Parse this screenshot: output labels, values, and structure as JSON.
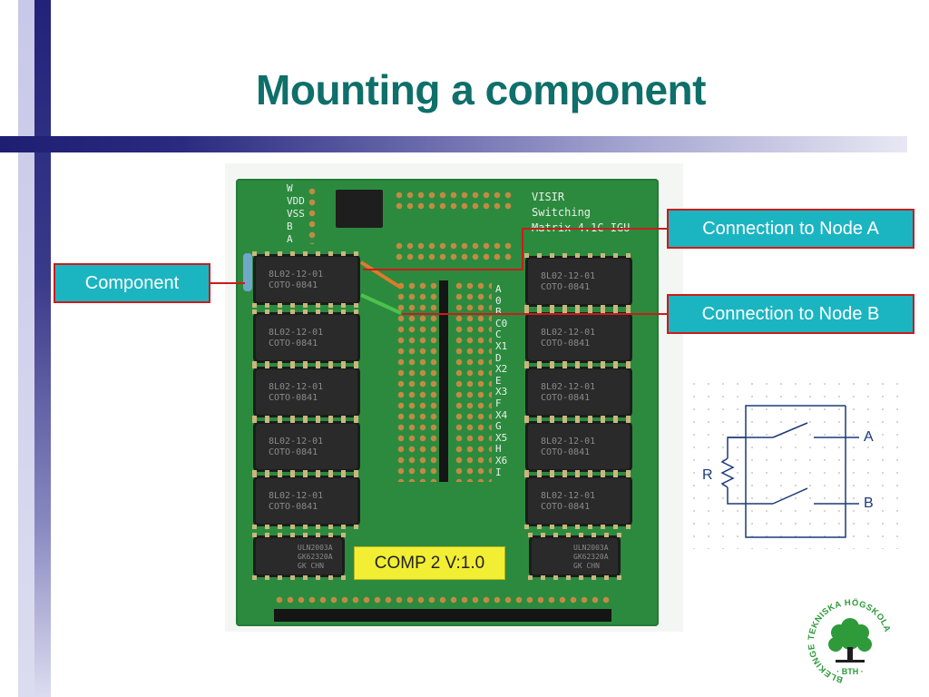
{
  "slide": {
    "title": "Mounting a component"
  },
  "callouts": {
    "component": "Component",
    "node_a": "Connection to Node A",
    "node_b": "Connection to Node B"
  },
  "board": {
    "silkscreen_header": [
      "W",
      "VDD",
      "VSS",
      "B",
      "A"
    ],
    "silkscreen_title": [
      "VISIR",
      "Switching",
      "Matrix 4.1C IGU"
    ],
    "row_labels": [
      "A",
      "0",
      "B",
      "C0",
      "C",
      "X1",
      "D",
      "X2",
      "E",
      "X3",
      "F",
      "X4",
      "G",
      "X5",
      "H",
      "X6",
      "I"
    ],
    "relay_text_a": "8L02-12-01",
    "relay_text_b": "COTO-0841",
    "driver_text_a": "ULN2003A",
    "driver_text_b": "GK62320A",
    "driver_text_c": "GK    CHN",
    "comp_label": "COMP 2 V:1.0"
  },
  "schematic": {
    "label_r": "R",
    "label_a": "A",
    "label_b": "B"
  },
  "logo": {
    "ring_text": "BLEKINGE TEKNISKA HÖGSKOLA",
    "abbr": "· BTH ·"
  },
  "colors": {
    "title": "#0f6f6a",
    "callout_bg": "#1bb5c2",
    "callout_border": "#cc1b1b",
    "pcb": "#2c8a3f",
    "logo": "#2e9a3a"
  }
}
